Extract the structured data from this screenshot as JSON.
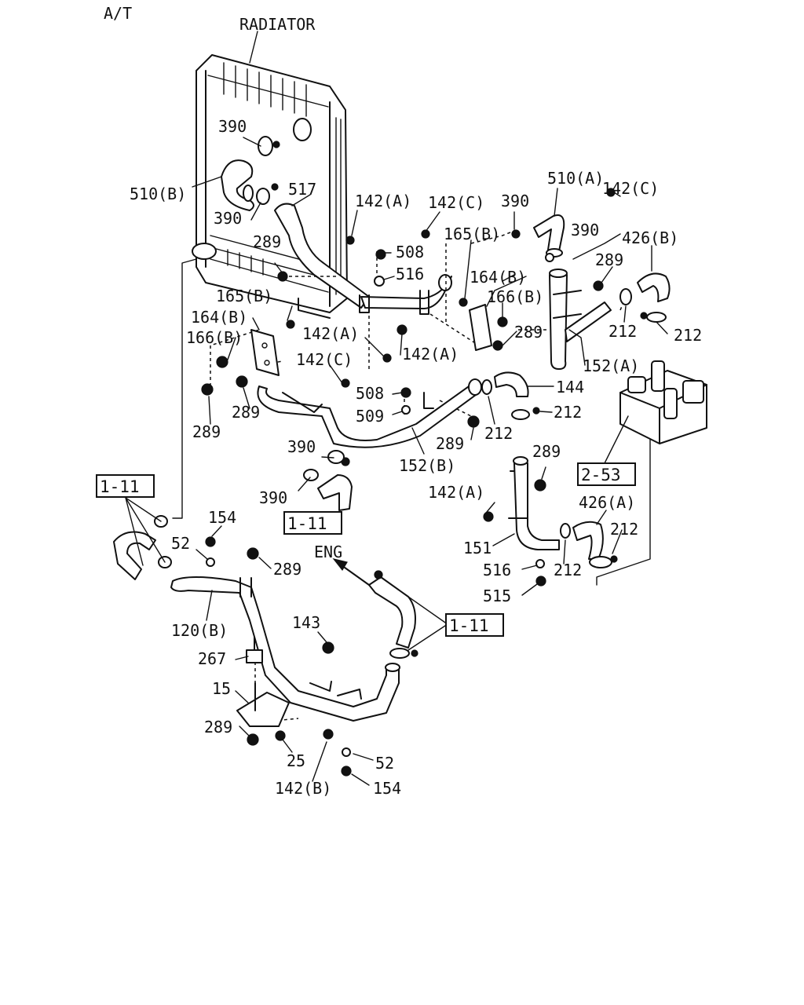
{
  "header": {
    "variant": "A/T"
  },
  "components": {
    "radiator": "RADIATOR",
    "engine": "ENG"
  },
  "part_labels": [
    "390",
    "510(B)",
    "517",
    "390",
    "142(A)",
    "142(C)",
    "390",
    "510(A)",
    "142(C)",
    "390",
    "426(B)",
    "289",
    "508",
    "165(B)",
    "516",
    "164(B)",
    "289",
    "166(B)",
    "165(B)",
    "164(B)",
    "166(B)",
    "142(A)",
    "142(A)",
    "289",
    "212",
    "212",
    "152(A)",
    "142(C)",
    "508",
    "144",
    "509",
    "212",
    "212",
    "289",
    "289",
    "289",
    "152(B)",
    "390",
    "390",
    "289",
    "142(A)",
    "426(A)",
    "154",
    "52",
    "289",
    "151",
    "212",
    "516",
    "212",
    "515",
    "120(B)",
    "143",
    "267",
    "15",
    "289",
    "25",
    "142(B)",
    "52",
    "154"
  ],
  "ref_boxes": [
    "1-11",
    "1-11",
    "2-53",
    "1-11"
  ]
}
